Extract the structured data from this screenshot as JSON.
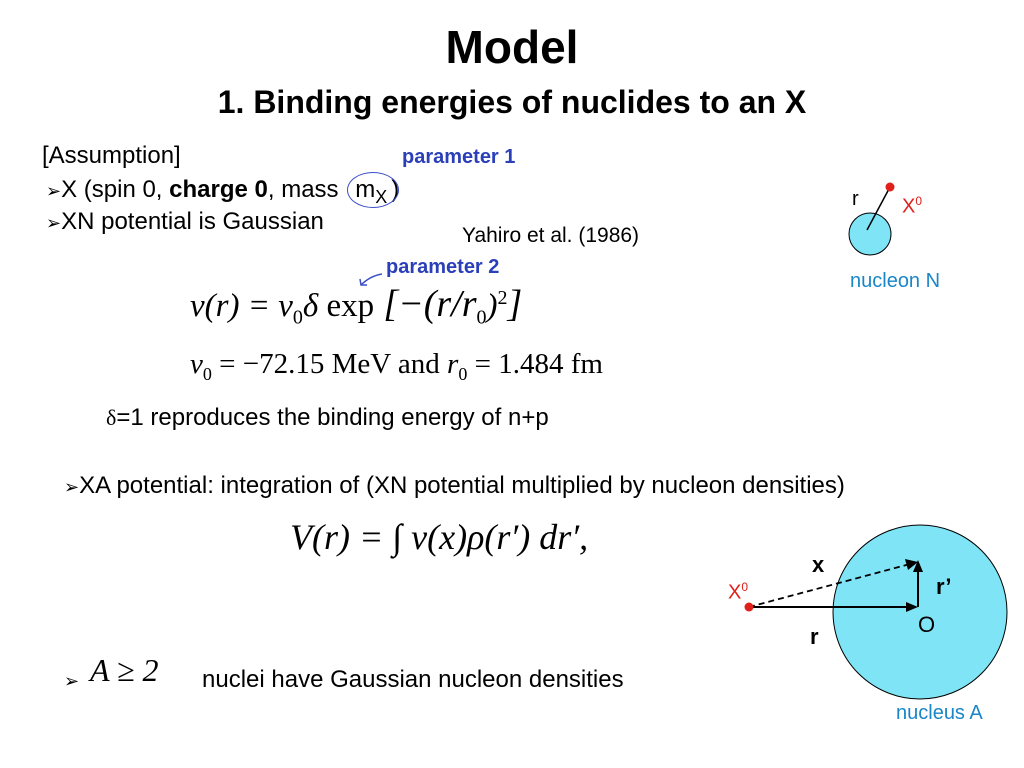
{
  "title": "Model",
  "subtitle": "1. Binding energies of nuclides to an X",
  "assumption": {
    "heading": "[Assumption]",
    "bullet1_prefix": "X (spin 0, ",
    "bullet1_bold": "charge 0",
    "bullet1_mid": ", mass ",
    "bullet1_mass": "m",
    "bullet1_sub": "X",
    "bullet1_close": ")",
    "bullet2": "XN potential is Gaussian"
  },
  "annotations": {
    "parameter1": "parameter 1",
    "parameter2": "parameter 2",
    "reference": "Yahiro et al. (1986)"
  },
  "equations": {
    "eq1_lhs": "v(r) = v",
    "eq1_sub0": "0",
    "eq1_delta": "δ",
    "eq1_exp": " exp",
    "eq1_bracket": "[−(r/r",
    "eq1_sub1": "0",
    "eq1_close": ")",
    "eq1_sup": "2",
    "eq1_bracket_close": "]",
    "eq2_v0": "v",
    "eq2_sub0": "0",
    "eq2_value": " = −72.15 MeV and ",
    "eq2_r0": "r",
    "eq2_sub1": "0",
    "eq2_value2": " = 1.484 fm",
    "eq3": "V(r) = ∫ v(x)ρ(r′) dr′,"
  },
  "delta_line": {
    "delta": "δ",
    "text": "=1 reproduces the binding energy  of n+p"
  },
  "xa_line": "XA potential: integration of (XN potential multiplied by nucleon densities)",
  "last_line": {
    "math": "A ≥ 2",
    "text": "nuclei have Gaussian nucleon densities"
  },
  "diagram_nucleon": {
    "r_label": "r",
    "x_label": "X",
    "x_sup": "0",
    "caption": "nucleon N"
  },
  "diagram_nucleus": {
    "x_label": "x",
    "rprime_label": "r’",
    "X_label": "X",
    "X_sup": "0",
    "O_label": "O",
    "r_label": "r",
    "caption": "nucleus A"
  },
  "colors": {
    "circle_fill": "#7fe4f5",
    "particle_red": "#e0201b",
    "annotation_blue": "#2a3fb8",
    "caption_cyan": "#1a86c8"
  }
}
